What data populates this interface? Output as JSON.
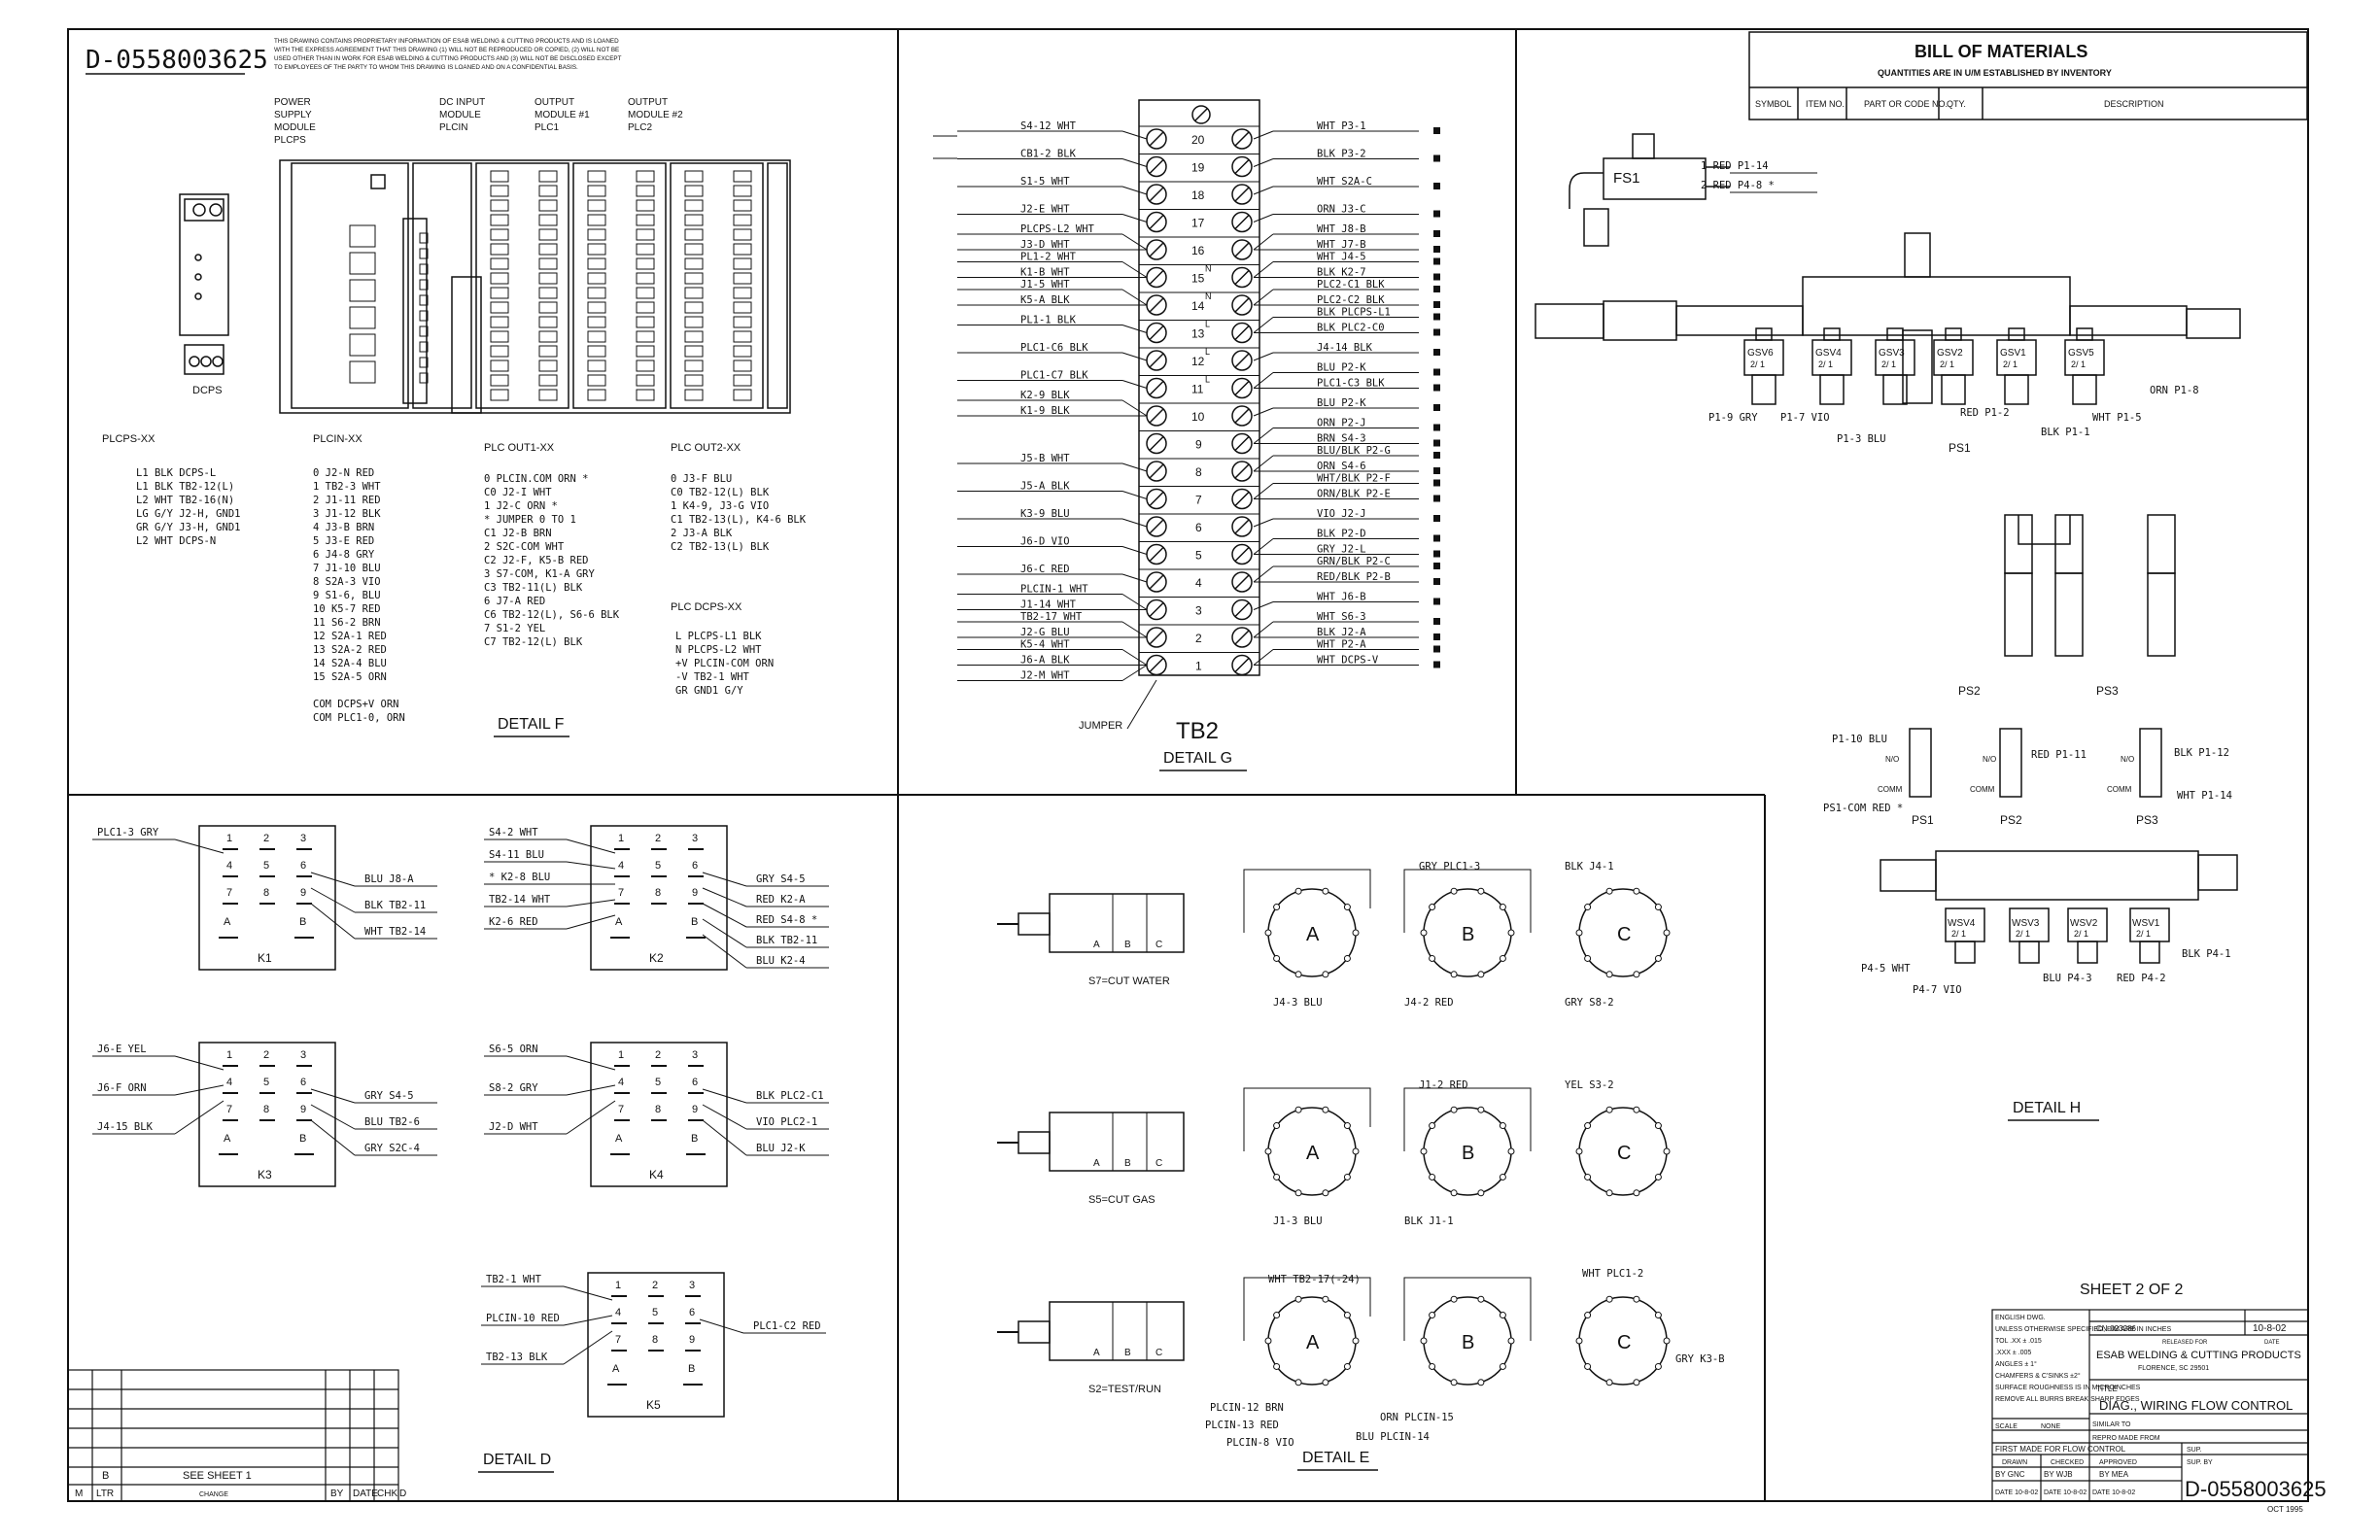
{
  "drawing_number": "D-0558003625",
  "proprietary_notice": [
    "THIS DRAWING CONTAINS PROPRIETARY INFORMATION OF ESAB WELDING & CUTTING PRODUCTS AND IS LOANED",
    "WITH THE EXPRESS AGREEMENT THAT THIS DRAWING (1) WILL NOT BE REPRODUCED OR COPIED, (2) WILL NOT BE",
    "USED OTHER THAN IN WORK FOR ESAB WELDING & CUTTING PRODUCTS AND (3) WILL NOT BE DISCLOSED EXCEPT",
    "TO EMPLOYEES OF THE PARTY TO WHOM THIS DRAWING IS LOANED AND ON A CONFIDENTIAL BASIS."
  ],
  "detail_f": {
    "title": "DETAIL F",
    "module_labels": [
      "POWER SUPPLY MODULE PLCPS",
      "DC INPUT MODULE PLCIN",
      "OUTPUT MODULE #1 PLC1",
      "OUTPUT MODULE #2 PLC2"
    ],
    "dcps_label": "DCPS",
    "plcps": {
      "title": "PLCPS-XX",
      "rows": [
        "L1  BLK  DCPS-L",
        "L1  BLK  TB2-12(L)",
        "L2  WHT  TB2-16(N)",
        "LG  G/Y  J2-H, GND1",
        "GR  G/Y  J3-H, GND1",
        "L2  WHT  DCPS-N"
      ]
    },
    "plcin": {
      "title": "PLCIN-XX",
      "rows": [
        "0   J2-N   RED",
        "1   TB2-3  WHT",
        "2   J1-11  RED",
        "3   J1-12  BLK",
        "4   J3-B   BRN",
        "5   J3-E   RED",
        "6   J4-8   GRY",
        "7   J1-10  BLU",
        "8   S2A-3  VIO",
        "9   S1-6,  BLU",
        "10  K5-7   RED",
        "11  S6-2   BRN",
        "12  S2A-1  RED",
        "13  S2A-2  RED",
        "14  S2A-4  BLU",
        "15  S2A-5  ORN",
        "",
        "COM  DCPS+V  ORN",
        "COM  PLC1-0,  ORN"
      ]
    },
    "plcout1": {
      "title": "PLC OUT1-XX",
      "rows": [
        "0   PLCIN.COM  ORN *",
        "C0  J2-I    WHT",
        "1   J2-C    ORN *",
        "* JUMPER 0 TO 1",
        "C1  J2-B    BRN",
        "2   S2C-COM  WHT",
        "C2  J2-F, K5-B   RED",
        "3   S7-COM,  K1-A  GRY",
        "C3  TB2-11(L)  BLK",
        "6   J7-A   RED",
        "C6  TB2-12(L),  S6-6  BLK",
        "7   S1-2   YEL",
        "C7  TB2-12(L)   BLK"
      ]
    },
    "plcout2": {
      "title": "PLC OUT2-XX",
      "rows": [
        "0   J3-F   BLU",
        "C0  TB2-12(L)   BLK",
        "1   K4-9,  J3-G  VIO",
        "C1  TB2-13(L),  K4-6  BLK",
        "2   J3-A   BLK",
        "C2  TB2-13(L)   BLK"
      ]
    },
    "plcdcps": {
      "title": "PLC DCPS-XX",
      "rows": [
        "L    PLCPS-L1   BLK",
        "N    PLCPS-L2   WHT",
        "+V   PLCIN-COM  ORN",
        "-V   TB2-1      WHT",
        "GR   GND1       G/Y"
      ]
    }
  },
  "detail_g": {
    "title": "DETAIL G",
    "tb_label": "TB2",
    "jumper_label": "JUMPER",
    "terminals": [
      {
        "n": "20",
        "left": [
          "S4-12  WHT"
        ],
        "right": [
          "WHT  P3-1"
        ]
      },
      {
        "n": "19",
        "left": [
          "CB1-2  BLK"
        ],
        "right": [
          "BLK  P3-2"
        ]
      },
      {
        "n": "18",
        "left": [
          "S1-5  WHT"
        ],
        "right": [
          "WHT  S2A-C"
        ]
      },
      {
        "n": "17",
        "left": [
          "J2-E  WHT"
        ],
        "right": [
          "ORN  J3-C"
        ]
      },
      {
        "n": "16",
        "left": [
          "PLCPS-L2  WHT",
          "J3-D  WHT"
        ],
        "right": [
          "WHT  J8-B",
          "WHT  J7-B"
        ]
      },
      {
        "n": "15",
        "left": [
          "PL1-2  WHT",
          "K1-B  WHT"
        ],
        "right": [
          "WHT  J4-5",
          "BLK  K2-7"
        ]
      },
      {
        "n": "14",
        "left": [
          "J1-5  WHT",
          "K5-A  BLK"
        ],
        "right": [
          "PLC2-C1  BLK",
          "PLC2-C2  BLK"
        ]
      },
      {
        "n": "13",
        "left": [
          "PL1-1  BLK"
        ],
        "right": [
          "BLK  PLCPS-L1",
          "BLK  PLC2-C0"
        ]
      },
      {
        "n": "12",
        "left": [
          "PLC1-C6  BLK"
        ],
        "right": [
          "J4-14  BLK"
        ]
      },
      {
        "n": "11",
        "left": [
          "PLC1-C7  BLK"
        ],
        "right": [
          "BLU  P2-K",
          "PLC1-C3  BLK"
        ]
      },
      {
        "n": "10",
        "left": [
          "K2-9  BLK",
          "K1-9  BLK"
        ],
        "right": [
          "BLU  P2-K"
        ]
      },
      {
        "n": "9",
        "left": [],
        "right": [
          "ORN  P2-J",
          "BRN  S4-3"
        ]
      },
      {
        "n": "8",
        "left": [
          "J5-B  WHT"
        ],
        "right": [
          "BLU/BLK  P2-G",
          "ORN  S4-6"
        ]
      },
      {
        "n": "7",
        "left": [
          "J5-A  BLK"
        ],
        "right": [
          "WHT/BLK  P2-F",
          "ORN/BLK  P2-E"
        ]
      },
      {
        "n": "6",
        "left": [
          "K3-9  BLU"
        ],
        "right": [
          "VIO  J2-J"
        ]
      },
      {
        "n": "5",
        "left": [
          "J6-D  VIO"
        ],
        "right": [
          "BLK  P2-D",
          "GRY  J2-L"
        ]
      },
      {
        "n": "4",
        "left": [
          "J6-C  RED"
        ],
        "right": [
          "GRN/BLK  P2-C",
          "RED/BLK  P2-B"
        ]
      },
      {
        "n": "3",
        "left": [
          "PLCIN-1  WHT",
          "J1-14  WHT"
        ],
        "right": [
          "WHT  J6-B"
        ]
      },
      {
        "n": "2",
        "left": [
          "TB2-17  WHT",
          "J2-G  BLU"
        ],
        "right": [
          "WHT  S6-3",
          "BLK  J2-A"
        ]
      },
      {
        "n": "1",
        "left": [
          "K5-4  WHT",
          "J6-A  BLK",
          "J2-M  WHT"
        ],
        "right": [
          "WHT  P2-A",
          "WHT  DCPS-V"
        ]
      }
    ],
    "side_letters": {
      "15": "N",
      "14": "N",
      "13": "L",
      "12": "L",
      "11": "L"
    }
  },
  "bom": {
    "title": "BILL OF MATERIALS",
    "subtitle": "QUANTITIES ARE IN U/M ESTABLISHED BY INVENTORY",
    "columns": [
      "SYMBOL",
      "ITEM NO.",
      "PART OR CODE NO.",
      "QTY.",
      "DESCRIPTION"
    ]
  },
  "detail_h": {
    "title": "DETAIL H",
    "fs1": "FS1",
    "fs1_wires": [
      "1  RED  P1-14",
      "2  RED  P4-8 *"
    ],
    "gas_valves": [
      "GSV6",
      "GSV4",
      "GSV3",
      "GSV2",
      "GSV1",
      "GSV5"
    ],
    "gas_labels": [
      "P1-9  GRY",
      "P1-7  VIO",
      "P1-3  BLU",
      "RED  P1-2",
      "BLK  P1-1",
      "WHT  P1-5",
      "ORN  P1-8"
    ],
    "ps_labels": [
      "PS1",
      "PS2",
      "PS3"
    ],
    "switch_labels": {
      "ps1": [
        "P1-10  BLU",
        "N/O",
        "COMM",
        "PS1-COM  RED *"
      ],
      "ps2": [
        "RED  P1-11",
        "N/O",
        "COMM"
      ],
      "ps3": [
        "BLK  P1-12",
        "N/O",
        "COMM",
        "WHT  P1-14"
      ]
    },
    "water_valves": [
      "WSV4",
      "WSV3",
      "WSV2",
      "WSV1"
    ],
    "water_labels": [
      "P4-5  WHT",
      "P4-7  VIO",
      "BLU  P4-3",
      "RED  P4-2",
      "BLK  P4-1"
    ]
  },
  "detail_d": {
    "title": "DETAIL D",
    "relays": [
      {
        "name": "K1",
        "left": [
          "PLC1-3  GRY"
        ],
        "right": [
          "BLU  J8-A",
          "BLK  TB2-11",
          "WHT  TB2-14"
        ]
      },
      {
        "name": "K2",
        "left": [
          "S4-2  WHT",
          "S4-11  BLU",
          "* K2-8  BLU",
          "TB2-14  WHT",
          "K2-6  RED"
        ],
        "right": [
          "GRY  S4-5",
          "RED  K2-A",
          "RED  S4-8 *",
          "BLK  TB2-11",
          "BLU  K2-4"
        ]
      },
      {
        "name": "K3",
        "left": [
          "J6-E  YEL",
          "J6-F  ORN",
          "J4-15  BLK"
        ],
        "right": [
          "GRY  S4-5",
          "BLU  TB2-6",
          "GRY  S2C-4"
        ]
      },
      {
        "name": "K4",
        "left": [
          "S6-5  ORN",
          "S8-2  GRY",
          "J2-D  WHT"
        ],
        "right": [
          "BLK  PLC2-C1",
          "VIO  PLC2-1",
          "BLU  J2-K"
        ]
      },
      {
        "name": "K5",
        "left": [
          "TB2-1  WHT",
          "PLCIN-10  RED",
          "TB2-13  BLK"
        ],
        "right": [
          "PLC1-C2  RED"
        ]
      }
    ],
    "pins": [
      "1",
      "2",
      "3",
      "4",
      "5",
      "6",
      "7",
      "8",
      "9",
      "A",
      "B"
    ]
  },
  "revisions": {
    "header": [
      "M",
      "LTR",
      "CHANGE",
      "BY",
      "DATE",
      "CHK'D"
    ],
    "row": [
      "B",
      "SEE SHEET 1"
    ]
  },
  "detail_e": {
    "title": "DETAIL E",
    "switches": [
      {
        "label": "S7=CUT WATER",
        "labels": [
          "J4-3  BLU",
          "GRY  PLC1-3",
          "J4-2  RED",
          "BLK  J4-1",
          "GRY  S8-2"
        ]
      },
      {
        "label": "S5=CUT GAS",
        "labels": [
          "J1-3  BLU",
          "J1-2  RED",
          "BLK  J1-1",
          "YEL  S3-2"
        ]
      },
      {
        "label": "S2=TEST/RUN",
        "labels": [
          "WHT  TB2-17(-24)",
          "PLCIN-12  BRN",
          "PLCIN-13  RED",
          "PLCIN-8  VIO",
          "BLU  PLCIN-14",
          "ORN  PLCIN-15",
          "WHT  PLC1-2",
          "GRY  K3-B"
        ]
      }
    ],
    "deck_letters": [
      "A",
      "B",
      "C"
    ]
  },
  "title_block": {
    "sheet": "SHEET 2 OF 2",
    "company": "ESAB WELDING & CUTTING PRODUCTS",
    "city": "FLORENCE, SC 29501",
    "cn": "CN-023286",
    "date": "10-8-02",
    "released_for": "RELEASED FOR",
    "date_label": "DATE",
    "title_label": "TITLE",
    "title": "DIAG., WIRING FLOW CONTROL",
    "tolerances": [
      "ENGLISH DWG.",
      "UNLESS OTHERWISE SPECIFIED, DIM ARE IN INCHES",
      "TOL .XX  ± .015",
      ".XXX  ± .005",
      "ANGLES  ± 1°",
      "CHAMFERS & C'SINKS ±2°",
      "SURFACE ROUGHNESS IS IN MICROINCHES",
      "REMOVE ALL BURRS BREAK SHARP EDGES"
    ],
    "scale": "NONE",
    "scale_label": "SCALE",
    "similar_to": "SIMILAR TO",
    "repro": "REPRO MADE FROM",
    "first_made": "FIRST MADE FOR  FLOW CONTROL",
    "sup": "SUP.",
    "sup_by": "SUP. BY",
    "drawn": "DRAWN",
    "checked": "CHECKED",
    "approved": "APPROVED",
    "by_drawn": "BY  GNC",
    "by_checked": "BY  WJB",
    "by_approved": "BY  MEA",
    "dates": "DATE 10-8-02",
    "number": "D-0558003625",
    "footer": "OCT 1995"
  }
}
